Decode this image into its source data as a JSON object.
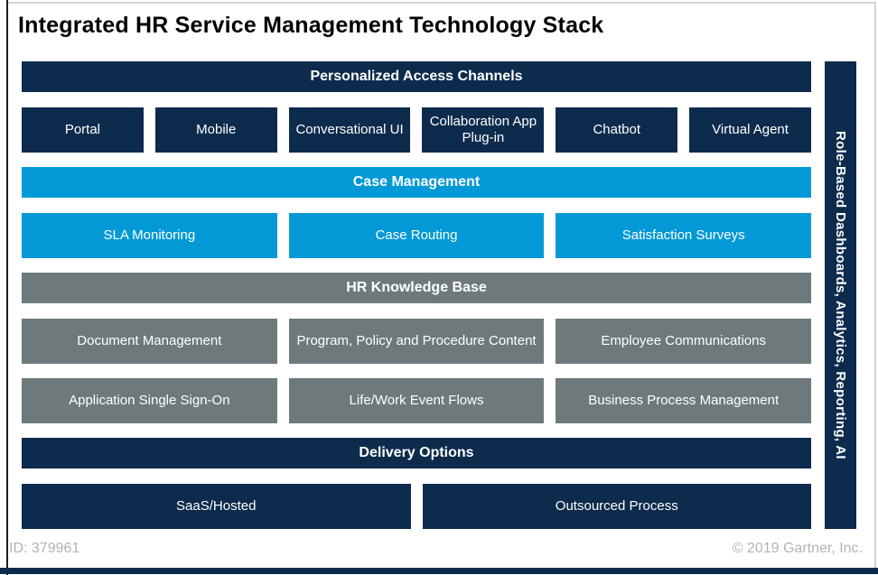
{
  "title": "Integrated HR Service Management Technology Stack",
  "colors": {
    "navy": "#0d2b4d",
    "blue": "#0399d6",
    "gray": "#6e797c"
  },
  "sections": [
    {
      "id": "personalized-access-channels",
      "header": "Personalized Access Channels",
      "color": "navy",
      "rows": [
        [
          "Portal",
          "Mobile",
          "Conversational UI",
          "Collaboration App Plug-in",
          "Chatbot",
          "Virtual Agent"
        ]
      ]
    },
    {
      "id": "case-management",
      "header": "Case Management",
      "color": "blue",
      "rows": [
        [
          "SLA Monitoring",
          "Case Routing",
          "Satisfaction Surveys"
        ]
      ]
    },
    {
      "id": "hr-knowledge-base",
      "header": "HR Knowledge Base",
      "color": "gray",
      "rows": [
        [
          "Document Management",
          "Program, Policy and Procedure Content",
          "Employee Communications"
        ],
        [
          "Application Single Sign-On",
          "Life/Work Event Flows",
          "Business Process Management"
        ]
      ]
    },
    {
      "id": "delivery-options",
      "header": "Delivery Options",
      "color": "navy",
      "rows": [
        [
          "SaaS/Hosted",
          "Outsourced Process"
        ]
      ]
    }
  ],
  "side_bar": {
    "label": "Role-Based Dashboards, Analytics, Reporting, AI"
  },
  "footer": {
    "id_text": "ID: 379961",
    "copyright": "© 2019 Gartner, Inc."
  }
}
